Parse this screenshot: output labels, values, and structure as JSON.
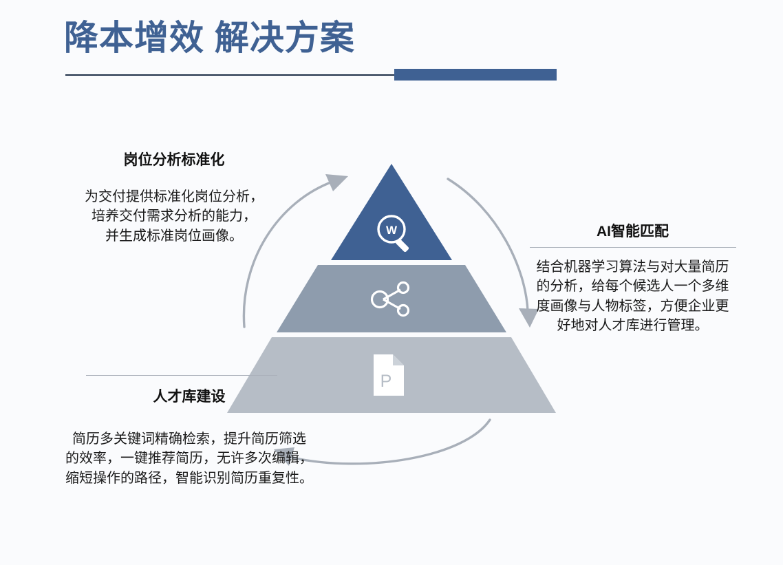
{
  "header": {
    "title": "降本增效 解决方案",
    "title_color": "#3f6193",
    "rule_color": "#1f3048",
    "accent_color": "#3f6193"
  },
  "theme": {
    "background": "#fafbfd",
    "tier_top_color": "#3f6193",
    "tier_middle_color": "#8e9cad",
    "tier_bottom_color": "#b6bdc6",
    "arrow_color": "#a8afb9",
    "divider_color": "#aab0ba",
    "text_color": "#1a1a1a"
  },
  "pyramid": {
    "tiers": [
      {
        "id": "top",
        "icon": "magnifier-w-icon",
        "icon_label": "W",
        "color": "#3f6193",
        "related_callout": "岗位分析标准化"
      },
      {
        "id": "middle",
        "icon": "share-network-icon",
        "color": "#8e9cad",
        "related_callout": "AI智能匹配"
      },
      {
        "id": "bottom",
        "icon": "document-p-icon",
        "icon_label": "P",
        "color": "#b6bdc6",
        "related_callout": "人才库建设"
      }
    ]
  },
  "callouts": {
    "job_analysis": {
      "title": "岗位分析标准化",
      "body": "为交付提供标准化岗位分析，\n培养交付需求分析的能力，\n并生成标准岗位画像。"
    },
    "ai_match": {
      "title": "AI智能匹配",
      "body": "结合机器学习算法与对大量简历\n的分析，给每个候选人一个多维\n度画像与人物标签，方便企业更\n好地对人才库进行管理。"
    },
    "talent_pool": {
      "title": "人才库建设",
      "body": "简历多关键词精确检索，提升简历筛选\n的效率，一键推荐简历，无许多次编辑，\n缩短操作的路径，智能识别简历重复性。"
    }
  }
}
